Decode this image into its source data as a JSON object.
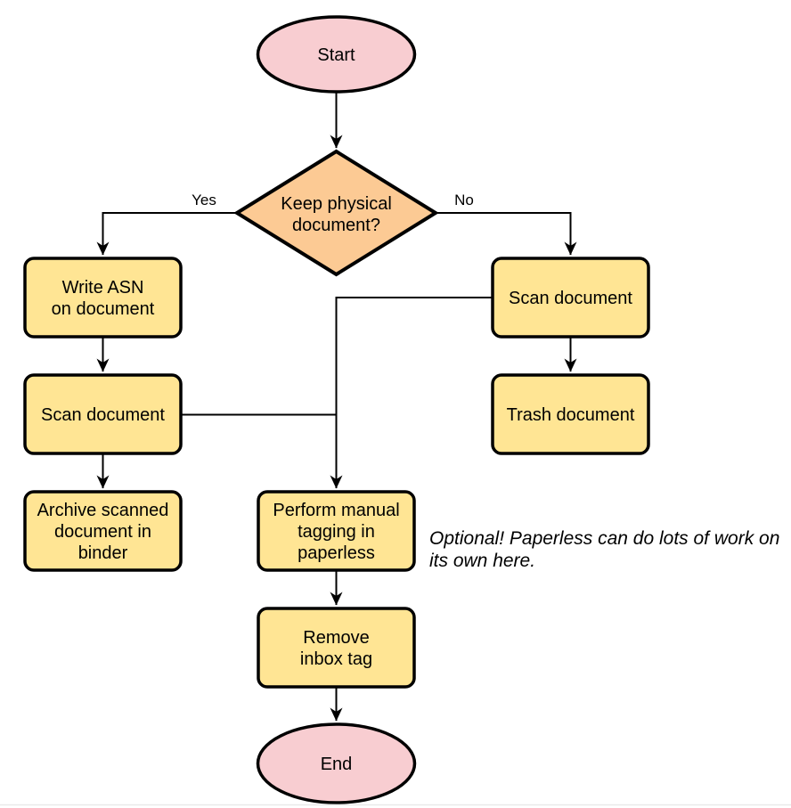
{
  "colors": {
    "terminator_fill": "#f8cdd1",
    "decision_fill": "#fcca94",
    "process_fill": "#ffe594",
    "stroke": "#000000",
    "bottom_border": "#e9e9e9"
  },
  "nodes": {
    "start": {
      "label": "Start"
    },
    "decision": {
      "lines": [
        "Keep physical",
        "document?"
      ]
    },
    "write_asn": {
      "lines": [
        "Write ASN",
        "on document"
      ]
    },
    "scan_left": {
      "label": "Scan document"
    },
    "archive": {
      "lines": [
        "Archive scanned",
        "document in",
        "binder"
      ]
    },
    "scan_right": {
      "label": "Scan document"
    },
    "trash": {
      "label": "Trash document"
    },
    "tagging": {
      "lines": [
        "Perform manual",
        "tagging in",
        "paperless"
      ]
    },
    "remove_inbox": {
      "lines": [
        "Remove",
        "inbox tag"
      ]
    },
    "end": {
      "label": "End"
    }
  },
  "edge_labels": {
    "yes": "Yes",
    "no": "No"
  },
  "annotation": {
    "lines": [
      "Optional! Paperless can do lots of work on",
      "its own here."
    ]
  }
}
